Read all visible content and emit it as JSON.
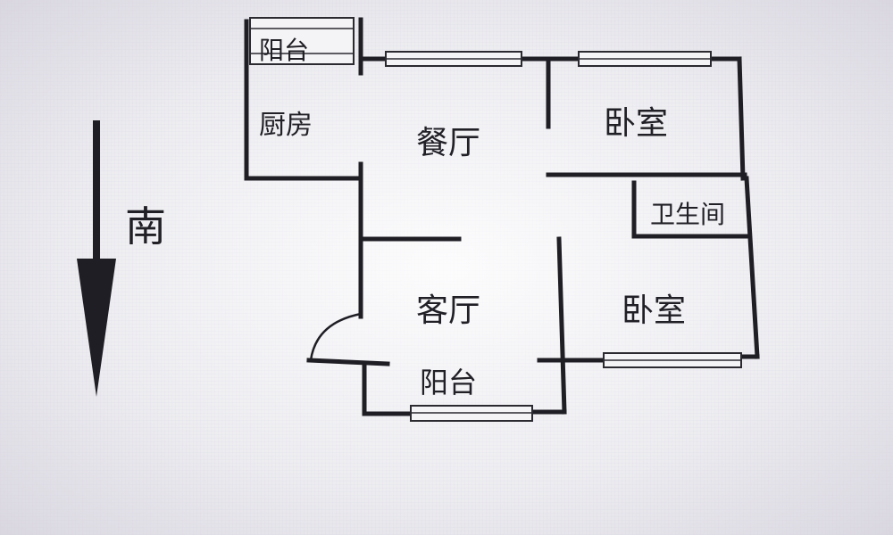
{
  "floorplan": {
    "compass_label": "南",
    "rooms": {
      "balcony_top": "阳台",
      "kitchen": "厨房",
      "dining": "餐厅",
      "bedroom_top": "卧室",
      "bathroom": "卫生间",
      "living": "客厅",
      "bedroom_bottom": "卧室",
      "balcony_bottom": "阳台"
    }
  }
}
